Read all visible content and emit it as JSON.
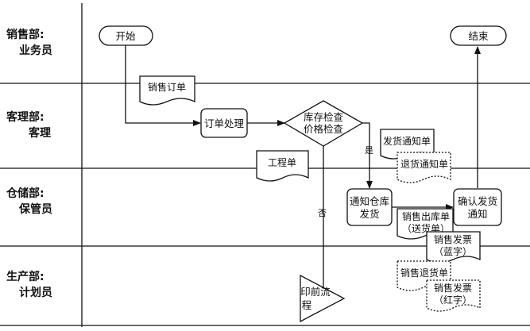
{
  "lanes": [
    {
      "dept": "销售部:",
      "role": "业务员"
    },
    {
      "dept": "客理部:",
      "role": "客理"
    },
    {
      "dept": "仓储部:",
      "role": "保管员"
    },
    {
      "dept": "生产部:",
      "role": "计划员"
    }
  ],
  "nodes": {
    "start": "开始",
    "end": "结束",
    "order_processing": "订单处理",
    "inventory_check_line1": "库存检查",
    "inventory_check_line2": "价格检查",
    "notify_warehouse_line1": "通知仓库",
    "notify_warehouse_line2": "发货",
    "confirm_shipment_line1": "确认发货",
    "confirm_shipment_line2": "通知",
    "print_process_line1": "印前流",
    "print_process_line2": "程"
  },
  "documents": {
    "sales_order": "销售订单",
    "work_order": "工程单",
    "shipping_notice": "发货通知单",
    "return_notice": "退货通知单",
    "sales_outbound_line1": "销售出库单",
    "sales_outbound_line2": "（送货单）",
    "invoice_blue_line1": "销售发票",
    "invoice_blue_line2": "（蓝字）",
    "sales_return": "销售退货单",
    "invoice_red_line1": "销售发票",
    "invoice_red_line2": "（红字）"
  },
  "edge_labels": {
    "yes": "是",
    "no": "否"
  }
}
